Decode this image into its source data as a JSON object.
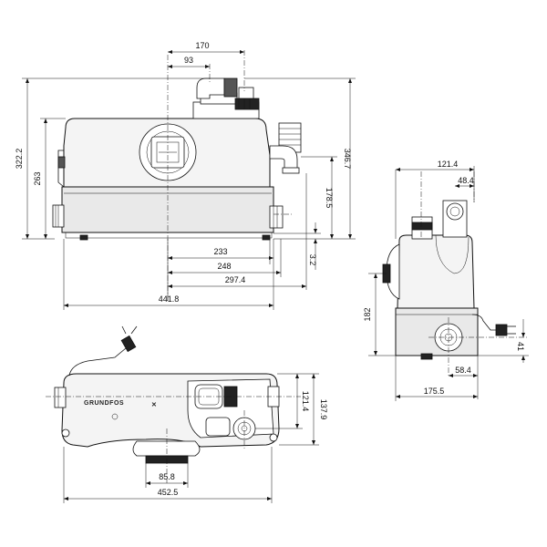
{
  "diagram": {
    "brand_text": "GRUNDFOS",
    "front_view": {
      "dims": {
        "top_width": "170",
        "top_offset": "93",
        "total_height": "322.2",
        "body_height": "263",
        "right_height": "346.7",
        "outlet_height": "178.5",
        "foot_height": "3.2",
        "w_233": "233",
        "w_248": "248",
        "w_297": "297.4",
        "total_length": "441.8"
      }
    },
    "side_view": {
      "dims": {
        "width_top": "121.4",
        "width_small": "48.4",
        "height_182": "182",
        "height_41": "41",
        "width_58": "58.4",
        "width_175": "175.5"
      }
    },
    "top_view": {
      "dims": {
        "depth_121": "121.4",
        "depth_137": "137.9",
        "width_85": "85.8",
        "width_452": "452.5"
      }
    }
  }
}
